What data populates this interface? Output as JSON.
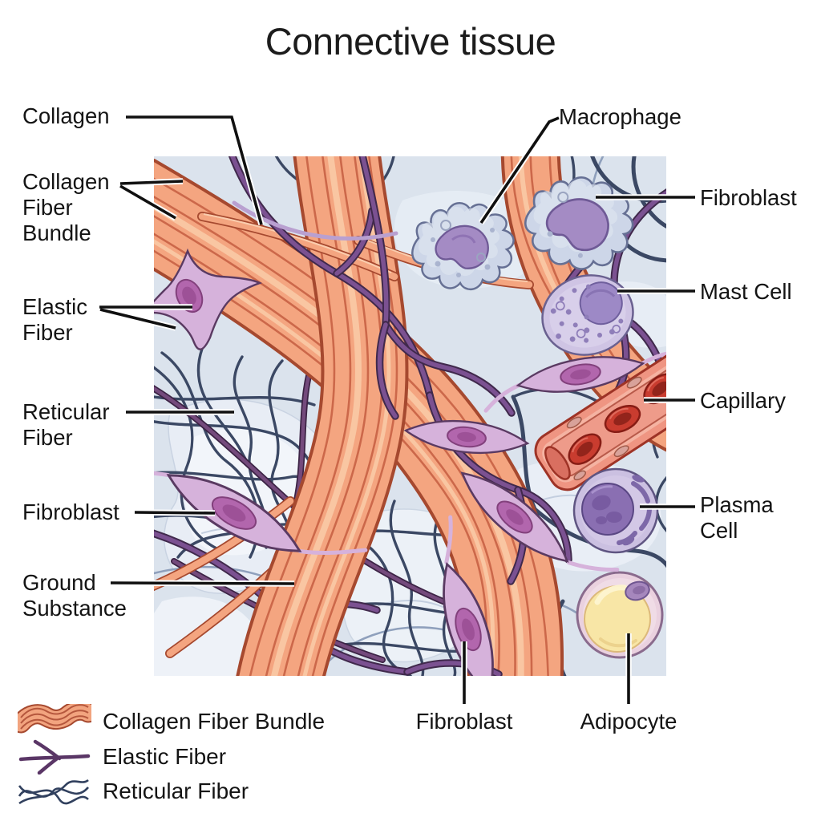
{
  "title": "Connective tissue",
  "labels": {
    "collagen": "Collagen",
    "collagen_fiber_bundle": "Collagen Fiber Bundle",
    "elastic_fiber": "Elastic Fiber",
    "reticular_fiber": "Reticular Fiber",
    "fibroblast_left": "Fibroblast",
    "ground_substance": "Ground Substance",
    "macrophage": "Macrophage",
    "fibroblast_right": "Fibroblast",
    "mast_cell": "Mast Cell",
    "capillary": "Capillary",
    "plasma_cell": "Plasma Cell",
    "fibroblast_bottom": "Fibroblast",
    "adipocyte": "Adipocyte"
  },
  "legend": {
    "items": [
      {
        "label": "Collagen Fiber Bundle",
        "icon": "collagen-fiber-bundle-icon"
      },
      {
        "label": "Elastic Fiber",
        "icon": "elastic-fiber-icon"
      },
      {
        "label": "Reticular Fiber",
        "icon": "reticular-fiber-icon"
      }
    ]
  },
  "colors": {
    "background": "#ffffff",
    "illustration_background": "#dbe3ed",
    "collagen_fill": "#f4a580",
    "collagen_outline": "#a6492f",
    "elastic_fiber": "#7b5191",
    "reticular_fiber": "#3b4864",
    "fibroblast_body": "#d6b2db",
    "fibroblast_nucleus": "#b266ad",
    "macrophage_body": "#cdd6e8",
    "mast_cell_body": "#cfc4e4",
    "capillary_wall": "#ef9582",
    "red_blood_cell": "#c93c2f",
    "plasma_cell_nucleus": "#8a6fb2",
    "adipocyte_lipid": "#f8e6a6",
    "text": "#141414",
    "leader_line": "#101010"
  }
}
